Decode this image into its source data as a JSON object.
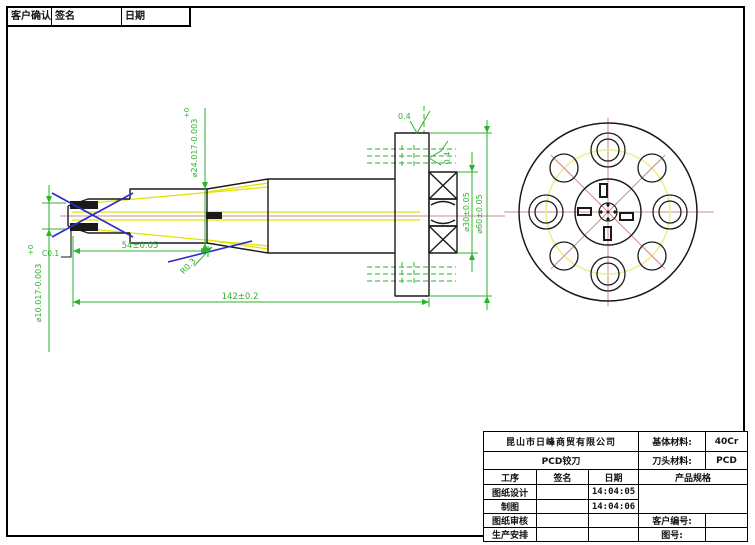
{
  "header": {
    "customer_confirm": "客户确认",
    "signature_label": "签名",
    "date_label": "日期"
  },
  "drawing": {
    "dims": {
      "tip_dia": "⌀10.017-0.003",
      "tip_dia_tol": "+0",
      "shank_dia": "⌀24.017-0.003",
      "shank_dia_tol": "+0",
      "chamfer": "C0.1",
      "head_len": "54±0.05",
      "total_len": "142±0.2",
      "fillet_radius": "R0.3",
      "nut_dia": "⌀30±0.05",
      "flange_dia": "⌀60±0.05",
      "roughness_top": "0.4",
      "roughness_side": "0.4"
    }
  },
  "title_block": {
    "company": "昆山市日峰商贸有限公司",
    "product_name": "PCD铰刀",
    "base_material_label": "基体材料:",
    "base_material": "40Cr",
    "head_material_label": "刀头材料:",
    "head_material": "PCD",
    "col_process": "工序",
    "col_signature": "签名",
    "col_date": "日期",
    "product_spec_label": "产品规格",
    "rows": [
      {
        "label": "图纸设计",
        "signature": "",
        "date": "14:04:05"
      },
      {
        "label": "制图",
        "signature": "",
        "date": "14:04:06"
      },
      {
        "label": "图纸审核",
        "signature": "",
        "date": ""
      },
      {
        "label": "生产安排",
        "signature": "",
        "date": ""
      }
    ],
    "customer_no_label": "客户编号:",
    "customer_no": "",
    "drawing_no_label": "图号:",
    "drawing_no": ""
  },
  "colors": {
    "dim_green": "#2cb22c",
    "flute_yellow": "#e3e300",
    "centerline_pink": "#cc8f8f",
    "aux_blue": "#2a2acc"
  }
}
